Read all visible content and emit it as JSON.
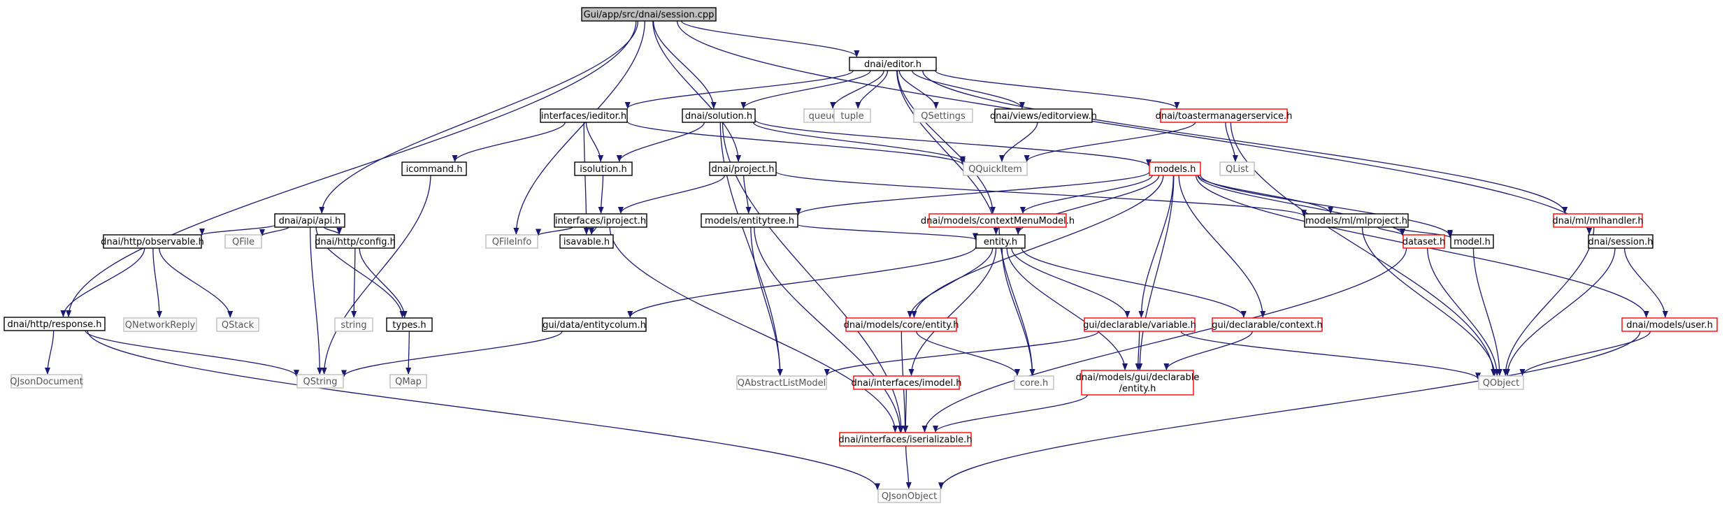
{
  "colors": {
    "edge": "#191970",
    "root_fill": "#bfbfbf",
    "root_border": "#000000",
    "documented_border": "#000000",
    "incomplete_border": "#ff0000",
    "external_border": "#bfbfbf"
  },
  "nodes": [
    {
      "id": "root",
      "label": "Gui/app/src/dnai/session.cpp",
      "kind": "root"
    },
    {
      "id": "editor",
      "label": "dnai/editor.h",
      "kind": "doc"
    },
    {
      "id": "api",
      "label": "dnai/api/api.h",
      "kind": "doc"
    },
    {
      "id": "response",
      "label": "dnai/http/response.h",
      "kind": "doc"
    },
    {
      "id": "observable",
      "label": "dnai/http/observable.h",
      "kind": "doc"
    },
    {
      "id": "config",
      "label": "dnai/http/config.h",
      "kind": "doc"
    },
    {
      "id": "types",
      "label": "types.h",
      "kind": "doc"
    },
    {
      "id": "ieditor",
      "label": "interfaces/ieditor.h",
      "kind": "doc"
    },
    {
      "id": "icommand",
      "label": "icommand.h",
      "kind": "doc"
    },
    {
      "id": "solution",
      "label": "dnai/solution.h",
      "kind": "doc"
    },
    {
      "id": "isolution",
      "label": "isolution.h",
      "kind": "doc"
    },
    {
      "id": "iproject",
      "label": "interfaces/iproject.h",
      "kind": "doc"
    },
    {
      "id": "isavable",
      "label": "isavable.h",
      "kind": "doc"
    },
    {
      "id": "project",
      "label": "dnai/project.h",
      "kind": "doc"
    },
    {
      "id": "entitytree",
      "label": "models/entitytree.h",
      "kind": "doc"
    },
    {
      "id": "entity",
      "label": "entity.h",
      "kind": "doc"
    },
    {
      "id": "entitycolum",
      "label": "gui/data/entitycolum.h",
      "kind": "doc"
    },
    {
      "id": "editorview",
      "label": "dnai/views/editorview.h",
      "kind": "doc"
    },
    {
      "id": "mlproject",
      "label": "models/ml/mlproject.h",
      "kind": "doc"
    },
    {
      "id": "modelh",
      "label": "model.h",
      "kind": "doc"
    },
    {
      "id": "sessionh",
      "label": "dnai/session.h",
      "kind": "doc"
    },
    {
      "id": "toaster",
      "label": "dnai/toastermanagerservice.h",
      "kind": "red"
    },
    {
      "id": "models",
      "label": "models.h",
      "kind": "red"
    },
    {
      "id": "ctxmenu",
      "label": "dnai/models/contextMenuModel.h",
      "kind": "red"
    },
    {
      "id": "mlhandler",
      "label": "dnai/ml/mlhandler.h",
      "kind": "red"
    },
    {
      "id": "dataset",
      "label": "dataset.h",
      "kind": "red"
    },
    {
      "id": "userh",
      "label": "dnai/models/user.h",
      "kind": "red"
    },
    {
      "id": "coreentity",
      "label": "dnai/models/core/entity.h",
      "kind": "red"
    },
    {
      "id": "gvariable",
      "label": "gui/declarable/variable.h",
      "kind": "red"
    },
    {
      "id": "gcontext",
      "label": "gui/declarable/context.h",
      "kind": "red"
    },
    {
      "id": "imodel",
      "label": "dnai/interfaces/imodel.h",
      "kind": "red"
    },
    {
      "id": "guientity",
      "label": "dnai/models/gui/declarable",
      "label2": "/entity.h",
      "kind": "red"
    },
    {
      "id": "iserializable",
      "label": "dnai/interfaces/iserializable.h",
      "kind": "red"
    },
    {
      "id": "queue",
      "label": "queue",
      "kind": "ext"
    },
    {
      "id": "tuple",
      "label": "tuple",
      "kind": "ext"
    },
    {
      "id": "qsettings",
      "label": "QSettings",
      "kind": "ext"
    },
    {
      "id": "qquickitem",
      "label": "QQuickItem",
      "kind": "ext"
    },
    {
      "id": "qlist",
      "label": "QList",
      "kind": "ext"
    },
    {
      "id": "qfileinfo",
      "label": "QFileInfo",
      "kind": "ext"
    },
    {
      "id": "qfile",
      "label": "QFile",
      "kind": "ext"
    },
    {
      "id": "qnetworkreply",
      "label": "QNetworkReply",
      "kind": "ext"
    },
    {
      "id": "qstack",
      "label": "QStack",
      "kind": "ext"
    },
    {
      "id": "string",
      "label": "string",
      "kind": "ext"
    },
    {
      "id": "qjsondocument",
      "label": "QJsonDocument",
      "kind": "ext"
    },
    {
      "id": "qstring",
      "label": "QString",
      "kind": "ext"
    },
    {
      "id": "qmap",
      "label": "QMap",
      "kind": "ext"
    },
    {
      "id": "qabstractlistmodel",
      "label": "QAbstractListModel",
      "kind": "ext"
    },
    {
      "id": "coreh",
      "label": "core.h",
      "kind": "ext"
    },
    {
      "id": "qobject",
      "label": "QObject",
      "kind": "ext"
    },
    {
      "id": "qjsonobject",
      "label": "QJsonObject",
      "kind": "ext"
    }
  ],
  "edges": [
    [
      "root",
      "editor"
    ],
    [
      "root",
      "api"
    ],
    [
      "root",
      "response"
    ],
    [
      "root",
      "solution"
    ],
    [
      "root",
      "project"
    ],
    [
      "root",
      "qfileinfo"
    ],
    [
      "root",
      "sessionh"
    ],
    [
      "editor",
      "ieditor"
    ],
    [
      "editor",
      "solution"
    ],
    [
      "editor",
      "queue"
    ],
    [
      "editor",
      "tuple"
    ],
    [
      "editor",
      "qsettings"
    ],
    [
      "editor",
      "editorview"
    ],
    [
      "editor",
      "toaster"
    ],
    [
      "editor",
      "entity"
    ],
    [
      "editor",
      "ctxmenu"
    ],
    [
      "editor",
      "mlhandler"
    ],
    [
      "ieditor",
      "icommand"
    ],
    [
      "ieditor",
      "isolution"
    ],
    [
      "ieditor",
      "isavable"
    ],
    [
      "ieditor",
      "qquickitem"
    ],
    [
      "solution",
      "isolution"
    ],
    [
      "solution",
      "qquickitem"
    ],
    [
      "solution",
      "models"
    ],
    [
      "solution",
      "qabstractlistmodel"
    ],
    [
      "solution",
      "iserializable"
    ],
    [
      "isolution",
      "iproject"
    ],
    [
      "iproject",
      "qfileinfo"
    ],
    [
      "iproject",
      "isavable"
    ],
    [
      "iproject",
      "iserializable"
    ],
    [
      "project",
      "iproject"
    ],
    [
      "project",
      "entitytree"
    ],
    [
      "project",
      "mlproject"
    ],
    [
      "icommand",
      "qstring"
    ],
    [
      "api",
      "observable"
    ],
    [
      "api",
      "qfile"
    ],
    [
      "api",
      "config"
    ],
    [
      "api",
      "types"
    ],
    [
      "api",
      "qstring"
    ],
    [
      "observable",
      "response"
    ],
    [
      "observable",
      "qnetworkreply"
    ],
    [
      "observable",
      "qstack"
    ],
    [
      "config",
      "string"
    ],
    [
      "config",
      "types"
    ],
    [
      "types",
      "qmap"
    ],
    [
      "response",
      "qjsondocument"
    ],
    [
      "response",
      "qstring"
    ],
    [
      "response",
      "qjsonobject"
    ],
    [
      "editorview",
      "qquickitem"
    ],
    [
      "toaster",
      "qquickitem"
    ],
    [
      "toaster",
      "qlist"
    ],
    [
      "toaster",
      "qobject"
    ],
    [
      "models",
      "entitytree"
    ],
    [
      "models",
      "ctxmenu"
    ],
    [
      "models",
      "entity"
    ],
    [
      "models",
      "mlproject"
    ],
    [
      "models",
      "dataset"
    ],
    [
      "models",
      "modelh"
    ],
    [
      "models",
      "userh"
    ],
    [
      "models",
      "coreentity"
    ],
    [
      "models",
      "gvariable"
    ],
    [
      "models",
      "gcontext"
    ],
    [
      "models",
      "guientity"
    ],
    [
      "ctxmenu",
      "coreh"
    ],
    [
      "entitytree",
      "entity"
    ],
    [
      "entitytree",
      "qabstractlistmodel"
    ],
    [
      "entitytree",
      "iserializable"
    ],
    [
      "entity",
      "entitycolum"
    ],
    [
      "entity",
      "coreentity"
    ],
    [
      "entity",
      "gvariable"
    ],
    [
      "entity",
      "gcontext"
    ],
    [
      "entity",
      "coreh"
    ],
    [
      "entity",
      "imodel"
    ],
    [
      "entity",
      "guientity"
    ],
    [
      "entitycolum",
      "qstring"
    ],
    [
      "coreentity",
      "coreh"
    ],
    [
      "coreentity",
      "iserializable"
    ],
    [
      "gvariable",
      "qabstractlistmodel"
    ],
    [
      "gvariable",
      "guientity"
    ],
    [
      "gvariable",
      "qobject"
    ],
    [
      "gcontext",
      "guientity"
    ],
    [
      "imodel",
      "iserializable"
    ],
    [
      "guientity",
      "iserializable"
    ],
    [
      "iserializable",
      "qjsonobject"
    ],
    [
      "mlproject",
      "dataset"
    ],
    [
      "mlproject",
      "modelh"
    ],
    [
      "mlproject",
      "qobject"
    ],
    [
      "dataset",
      "qobject"
    ],
    [
      "dataset",
      "iserializable"
    ],
    [
      "modelh",
      "qobject"
    ],
    [
      "mlhandler",
      "qobject"
    ],
    [
      "sessionh",
      "userh"
    ],
    [
      "sessionh",
      "qobject"
    ],
    [
      "userh",
      "qobject"
    ],
    [
      "userh",
      "qjsonobject"
    ]
  ]
}
